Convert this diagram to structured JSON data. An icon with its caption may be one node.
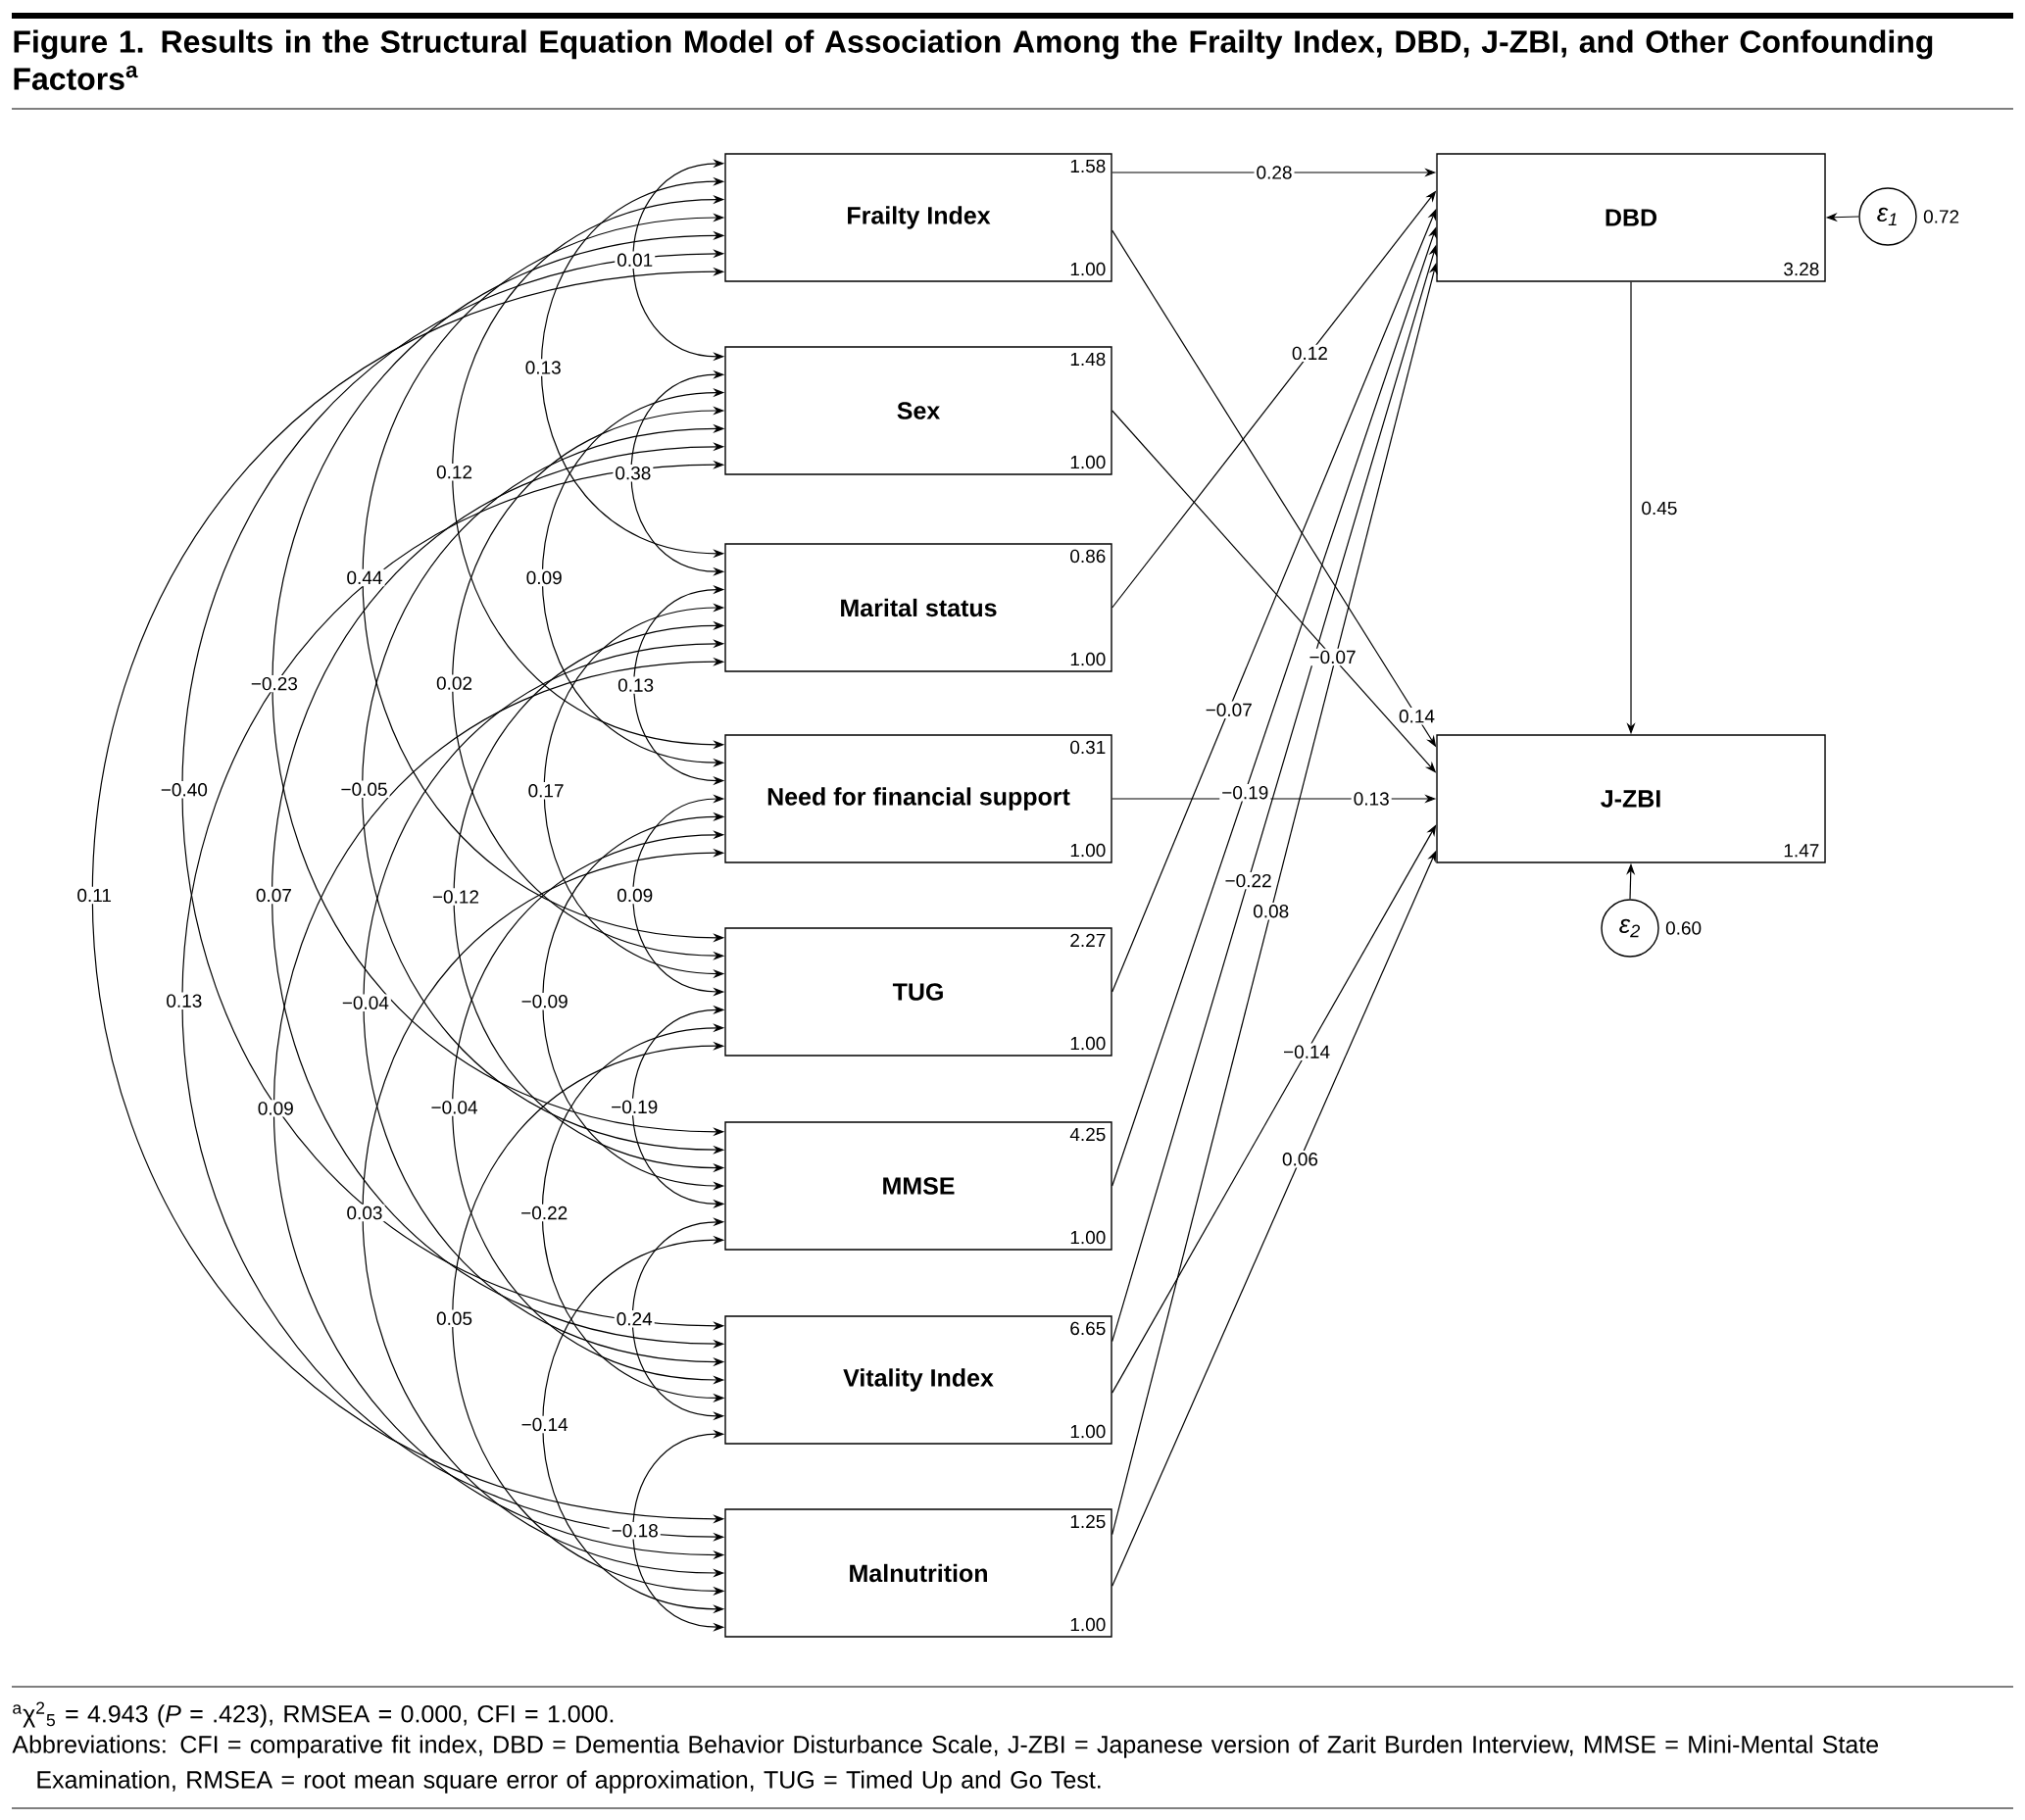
{
  "diagram": {
    "title": "Figure 1. Results in the Structural Equation Model of Association Among the Frailty Index, DBD, J-ZBI, and Other Confounding Factors$^{a}$",
    "nodes": [
      {
        "text": [
          "Frailty Index",
          "1.58",
          "1.00"
        ]
      },
      {
        "text": [
          "Sex",
          "1.48",
          "1.00"
        ]
      },
      {
        "text": [
          "Marital status",
          "0.86",
          "1.00"
        ]
      },
      {
        "text": [
          "Need for financial support",
          "0.31",
          "1.00"
        ]
      },
      {
        "text": [
          "TUG",
          "2.27",
          "1.00"
        ]
      },
      {
        "text": [
          "MMSE",
          "4.25",
          "1.00"
        ]
      },
      {
        "text": [
          "Vitality Index",
          "6.65",
          "1.00"
        ]
      },
      {
        "text": [
          "Malnutrition",
          "1.25",
          "1.00"
        ]
      },
      {
        "text": [
          "DBD",
          "3.28"
        ]
      },
      {
        "text": [
          "J-ZBI",
          "1.47"
        ]
      },
      {
        "text": [
          "ε$_{1}$"
        ],
        "beside": [
          "0.72"
        ]
      },
      {
        "text": [
          "ε$_{2}$"
        ],
        "beside": [
          "0.60"
        ]
      }
    ],
    "edges": [
      {
        "from": 0,
        "to": 1,
        "arrow": "both",
        "label": "0.01"
      },
      {
        "from": 0,
        "to": 2,
        "arrow": "both",
        "label": "0.13"
      },
      {
        "from": 0,
        "to": 3,
        "arrow": "both",
        "label": "0.12"
      },
      {
        "from": 0,
        "to": 4,
        "arrow": "both",
        "label": "0.44"
      },
      {
        "from": 0,
        "to": 5,
        "arrow": "both",
        "label": "−0.23"
      },
      {
        "from": 0,
        "to": 6,
        "arrow": "both",
        "label": "−0.40"
      },
      {
        "from": 0,
        "to": 7,
        "arrow": "both",
        "label": "0.11"
      },
      {
        "from": 1,
        "to": 2,
        "arrow": "both",
        "label": "0.38"
      },
      {
        "from": 1,
        "to": 3,
        "arrow": "both",
        "label": "0.09"
      },
      {
        "from": 1,
        "to": 4,
        "arrow": "both",
        "label": "0.02"
      },
      {
        "from": 1,
        "to": 5,
        "arrow": "both",
        "label": "−0.05"
      },
      {
        "from": 1,
        "to": 6,
        "arrow": "both",
        "label": "0.07"
      },
      {
        "from": 1,
        "to": 7,
        "arrow": "both",
        "label": "0.13"
      },
      {
        "from": 2,
        "to": 3,
        "arrow": "both",
        "label": "0.13"
      },
      {
        "from": 2,
        "to": 4,
        "arrow": "both",
        "label": "0.17"
      },
      {
        "from": 2,
        "to": 5,
        "arrow": "both",
        "label": "−0.12"
      },
      {
        "from": 2,
        "to": 6,
        "arrow": "both",
        "label": "−0.04"
      },
      {
        "from": 2,
        "to": 7,
        "arrow": "both",
        "label": "0.09"
      },
      {
        "from": 3,
        "to": 4,
        "arrow": "both",
        "label": "0.09"
      },
      {
        "from": 3,
        "to": 5,
        "arrow": "both",
        "label": "−0.09"
      },
      {
        "from": 3,
        "to": 6,
        "arrow": "both",
        "label": "−0.04"
      },
      {
        "from": 3,
        "to": 7,
        "arrow": "both",
        "label": "0.03"
      },
      {
        "from": 4,
        "to": 5,
        "arrow": "both",
        "label": "−0.19"
      },
      {
        "from": 4,
        "to": 6,
        "arrow": "both",
        "label": "−0.22"
      },
      {
        "from": 4,
        "to": 7,
        "arrow": "both",
        "label": "0.05"
      },
      {
        "from": 5,
        "to": 6,
        "arrow": "both",
        "label": "0.24"
      },
      {
        "from": 5,
        "to": 7,
        "arrow": "both",
        "label": "−0.14"
      },
      {
        "from": 6,
        "to": 7,
        "arrow": "both",
        "label": "−0.18"
      },
      {
        "from": 0,
        "to": 8,
        "arrow": "to",
        "label": "0.28"
      },
      {
        "from": 0,
        "to": 9,
        "arrow": "to",
        "label": "0.14"
      },
      {
        "from": 1,
        "to": 9,
        "arrow": "to",
        "label": "−0.07"
      },
      {
        "from": 2,
        "to": 8,
        "arrow": "to",
        "label": "0.12"
      },
      {
        "from": 3,
        "to": 9,
        "arrow": "to",
        "label": "0.13"
      },
      {
        "from": 4,
        "to": 8,
        "arrow": "to",
        "label": "−0.07"
      },
      {
        "from": 5,
        "to": 8,
        "arrow": "to",
        "label": "−0.19"
      },
      {
        "from": 6,
        "to": 8,
        "arrow": "to",
        "label": "−0.22"
      },
      {
        "from": 6,
        "to": 9,
        "arrow": "to",
        "label": "−0.14"
      },
      {
        "from": 7,
        "to": 8,
        "arrow": "to",
        "label": "0.08"
      },
      {
        "from": 7,
        "to": 9,
        "arrow": "to",
        "label": "0.06"
      },
      {
        "from": 8,
        "to": 9,
        "arrow": "to",
        "label": "0.45"
      },
      {
        "from": 10,
        "to": 8,
        "arrow": "to"
      },
      {
        "from": 11,
        "to": 9,
        "arrow": "to"
      }
    ],
    "labels": [
      "$^{a}$χ$^{2}$$_{5}$ = 4.943 (*P* = .423), RMSEA = 0.000, CFI = 1.000.",
      "Abbreviations: CFI = comparative fit index, DBD = Dementia Behavior Disturbance Scale, J-ZBI = Japanese version of Zarit Burden Interview, MMSE = Mini-Mental State Examination, RMSEA = root mean square error of approximation, TUG = Timed Up and Go Test."
    ]
  }
}
